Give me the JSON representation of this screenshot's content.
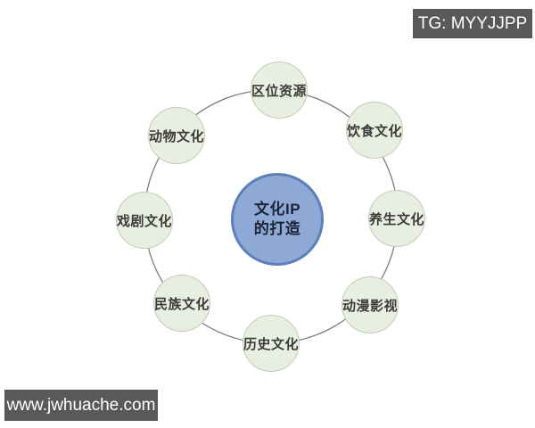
{
  "banners": {
    "top_right": "TG: MYYJJPP",
    "bottom_left": "www.jwhuache.com",
    "background_color": "#59595b",
    "text_color": "#ffffff"
  },
  "diagram": {
    "center": {
      "line1": "文化IP",
      "line2": "的打造",
      "fill_color": "#8fa9d6",
      "border_color": "#5d80b8",
      "text_color": "#1b2335"
    },
    "satellites": [
      {
        "label": "区位资源",
        "position": "top"
      },
      {
        "label": "饮食文化",
        "position": "top-right"
      },
      {
        "label": "养生文化",
        "position": "right"
      },
      {
        "label": "动漫影视",
        "position": "bottom-right"
      },
      {
        "label": "历史文化",
        "position": "bottom"
      },
      {
        "label": "民族文化",
        "position": "bottom-left"
      },
      {
        "label": "戏剧文化",
        "position": "left"
      },
      {
        "label": "动物文化",
        "position": "top-left"
      }
    ],
    "satellite_fill_color": "#e9efe0",
    "satellite_border_color": "#c2ccb4",
    "ring_color": "#7c7c7c",
    "background_color": "#ffffff"
  }
}
